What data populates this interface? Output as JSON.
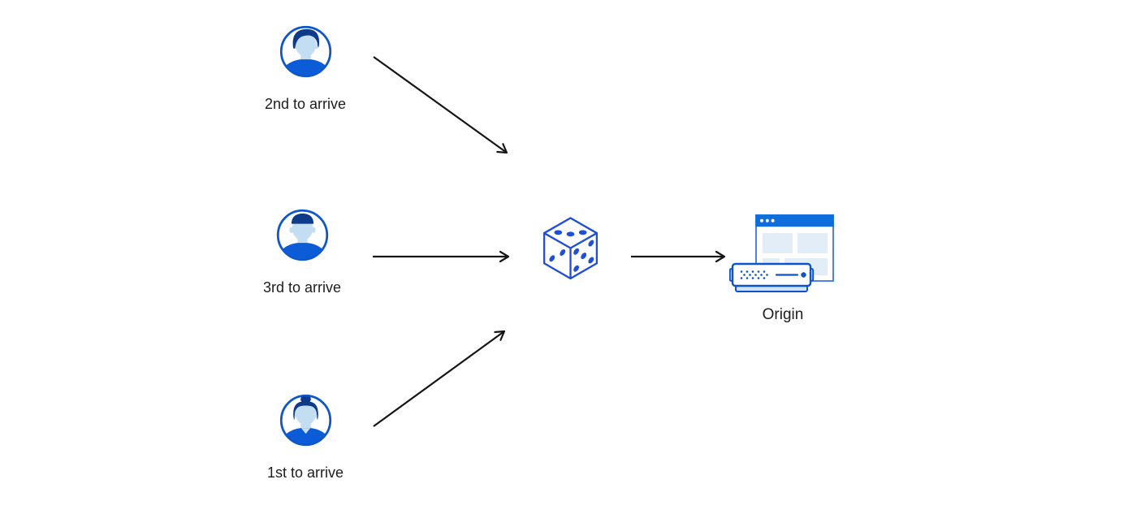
{
  "diagram": {
    "clients": [
      {
        "label": "2nd to arrive",
        "icon": "man-avatar-icon"
      },
      {
        "label": "3rd to arrive",
        "icon": "man-short-hair-avatar-icon"
      },
      {
        "label": "1st to arrive",
        "icon": "woman-avatar-icon"
      }
    ],
    "router": {
      "icon": "dice-icon"
    },
    "origin": {
      "label": "Origin",
      "icon": "origin-server-icon"
    },
    "colors": {
      "icon_stroke_blue": "#0d54cc",
      "dice_blue": "#1d4fd7",
      "avatar_ring_blue": "#0d57c9",
      "shirt_blue": "#0b5cd6",
      "hair_navy": "#0e3a8a",
      "face_light_blue": "#c3def2",
      "browser_titlebar_blue": "#0e6edc",
      "panel_light_blue": "#e2edf8",
      "server_base_blue": "#cfe3f7",
      "arrow_black": "#161616",
      "label_text": "#1d1d1f",
      "background": "#ffffff"
    }
  }
}
